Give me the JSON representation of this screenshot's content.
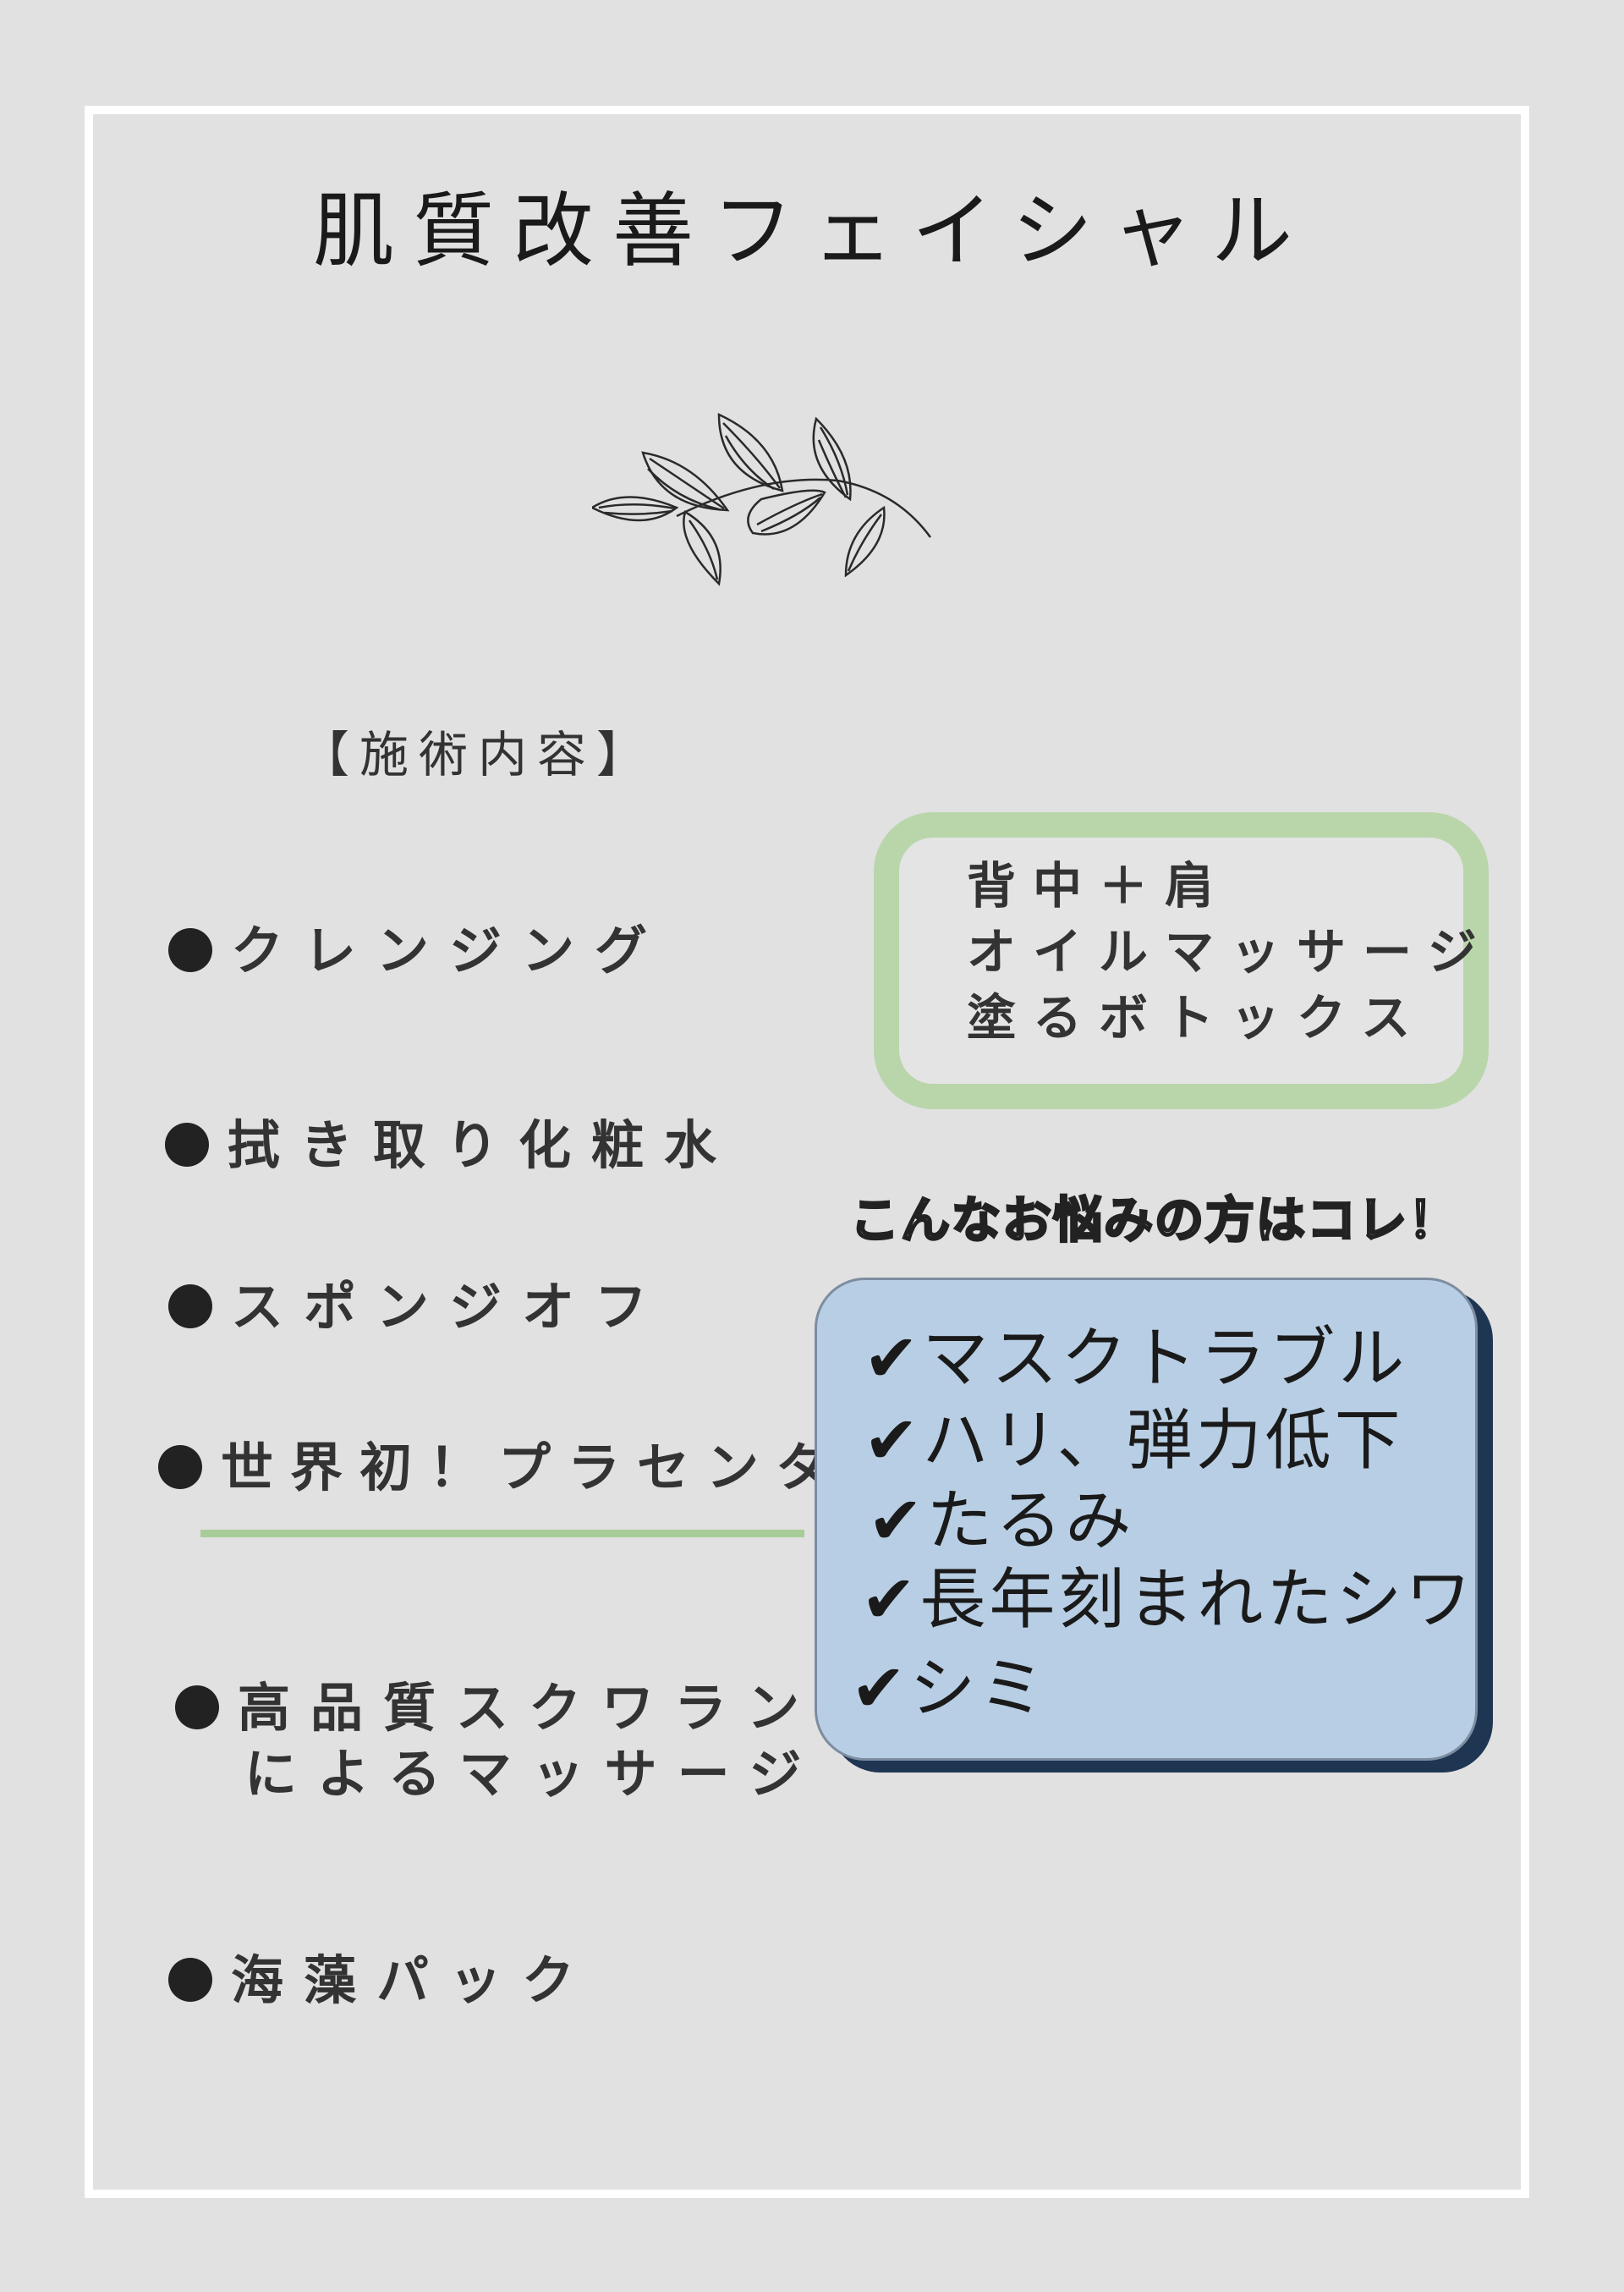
{
  "title": "肌質改善フェイシャル",
  "section_heading": "【施術内容】",
  "menu_items": [
    "クレンジング",
    "拭き取り化粧水",
    "スポンジオフ",
    "世界初！プラセンタ",
    "高品質スクワラン",
    "によるマッサージ",
    "海藻パック"
  ],
  "option_box": {
    "lines": [
      "背中＋肩",
      "オイルマッサージ",
      "塗るボトックス"
    ]
  },
  "callout": "こんなお悩みの方はコレ！",
  "concerns": {
    "check_icon": "✔",
    "items": [
      "マスクトラブル",
      "ハリ、弾力低下",
      "たるみ",
      "長年刻まれたシワ",
      "シミ"
    ]
  },
  "colors": {
    "background": "#e1e1e1",
    "frame": "#ffffff",
    "green_accent": "#b9d6ab",
    "blue_box": "#b8cee4",
    "blue_shadow": "#1e3652"
  }
}
